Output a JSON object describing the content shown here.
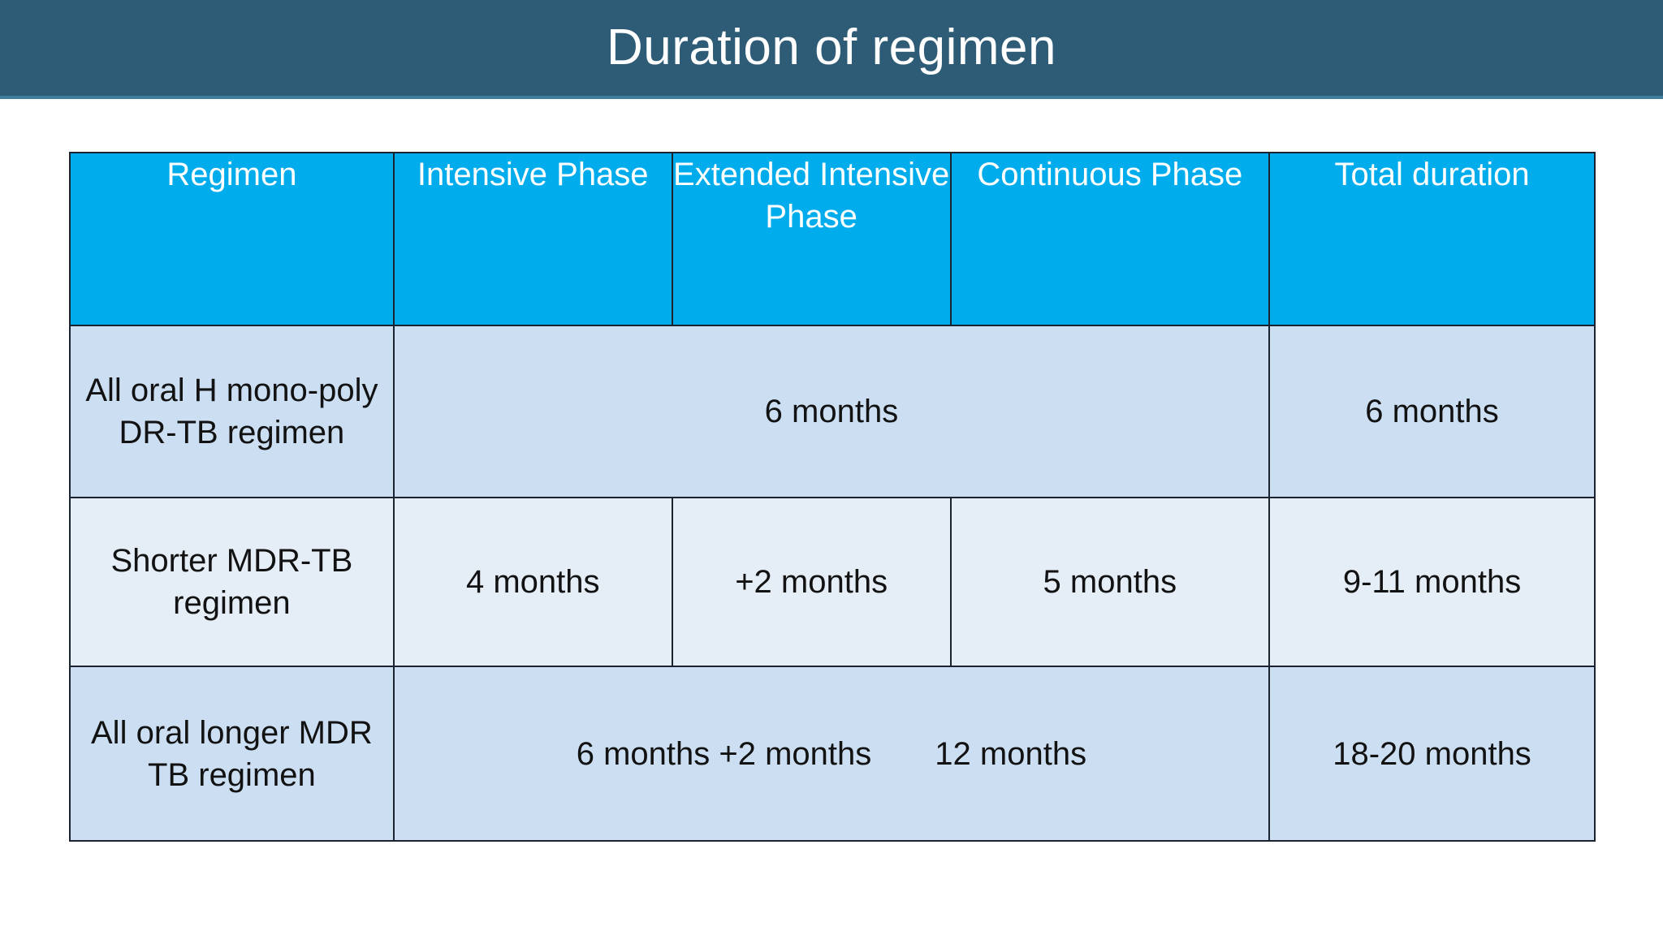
{
  "slide": {
    "title": "Duration of regimen",
    "band_color": "#2E5B75",
    "band_accent_color": "#3E7E9C"
  },
  "table": {
    "header_bg": "#00ACEC",
    "header_text_color": "#FFFFFF",
    "row_bg_dark": "#CBDEF2",
    "row_bg_light": "#E5EDF7",
    "border_color": "#1B2330",
    "columns": [
      "Regimen",
      "Intensive Phase",
      "Extended Intensive Phase",
      "Continuous Phase",
      "Total duration"
    ],
    "rows": [
      {
        "regimen": "All oral H mono-poly DR-TB regimen",
        "merged_phases": "6 months",
        "total_duration": "6 months"
      },
      {
        "regimen": "Shorter MDR-TB regimen",
        "intensive_phase": "4 months",
        "extended_intensive_phase": "+2 months",
        "continuous_phase": "5 months",
        "total_duration": "9-11 months"
      },
      {
        "regimen": "All oral longer MDR TB regimen",
        "merged_phases_part1": "6 months +2 months",
        "merged_phases_part2": "12 months",
        "total_duration": "18-20  months"
      }
    ]
  }
}
